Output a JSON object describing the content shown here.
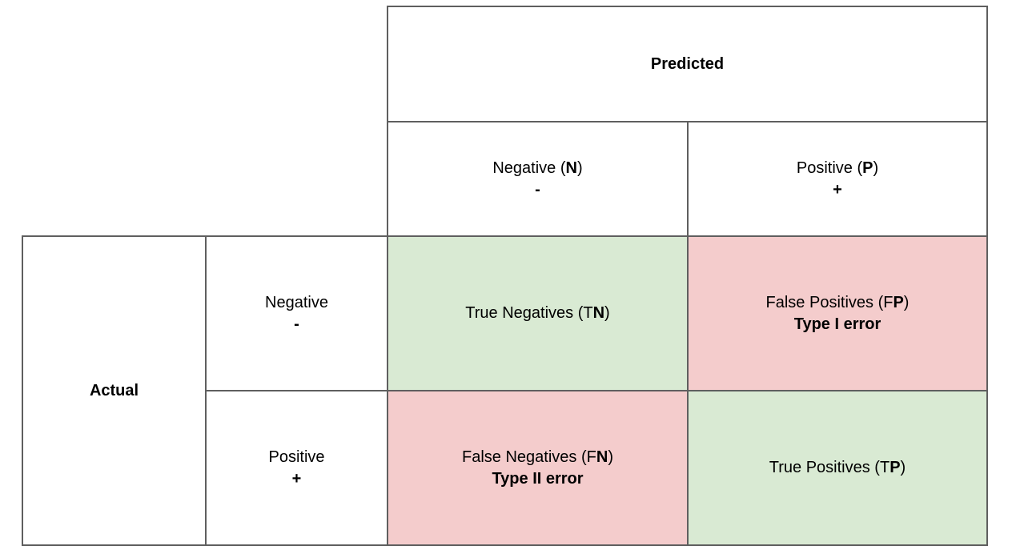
{
  "predicted": {
    "title": "Predicted",
    "negative": {
      "prefix": "Negative (",
      "letter": "N",
      "suffix": ")",
      "sign": "-"
    },
    "positive": {
      "prefix": "Positive (",
      "letter": "P",
      "suffix": ")",
      "sign": "+"
    }
  },
  "actual": {
    "title": "Actual",
    "negative": {
      "label": "Negative",
      "sign": "-"
    },
    "positive": {
      "label": "Positive",
      "sign": "+"
    }
  },
  "cells": {
    "tn": {
      "prefix": "True Negatives (T",
      "letter": "N",
      "suffix": ")",
      "note": ""
    },
    "fp": {
      "prefix": "False Positives (F",
      "letter": "P",
      "suffix": ")",
      "note": "Type I error"
    },
    "fn": {
      "prefix": "False Negatives (F",
      "letter": "N",
      "suffix": ")",
      "note": "Type II error"
    },
    "tp": {
      "prefix": "True Positives (T",
      "letter": "P",
      "suffix": ")",
      "note": ""
    }
  },
  "colors": {
    "correct": "#d9ead3",
    "error": "#f4cccc",
    "border": "#5f5f5f"
  }
}
